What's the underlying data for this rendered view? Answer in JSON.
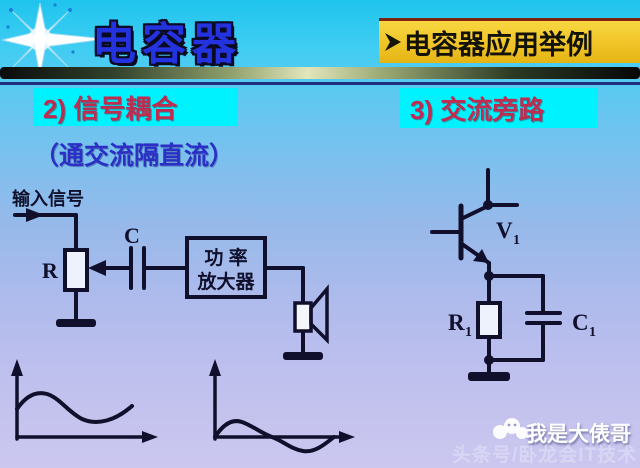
{
  "header": {
    "title": "电容器",
    "badge": {
      "label": "电容器应用举例"
    }
  },
  "sections": {
    "coupling": {
      "heading": "2) 信号耦合",
      "note": "（通交流隔直流）",
      "labels": {
        "input": "输入信号",
        "resistor": "R",
        "capacitor": "C",
        "amp_line1": "功 率",
        "amp_line2": "放大器"
      }
    },
    "bypass": {
      "heading": "3) 交流旁路",
      "labels": {
        "transistor": "V",
        "transistor_sub": "1",
        "resistor": "R",
        "resistor_sub": "1",
        "capacitor": "C",
        "capacitor_sub": "1"
      }
    }
  },
  "watermark": {
    "line1": "我是大俵哥",
    "line2": "头条号/卧龙会IT技术"
  },
  "colors": {
    "background_top": "#1fc4ee",
    "background_bottom": "#cbc7ef",
    "badge_background": "#f0c428",
    "badge_border": "#7c2410",
    "heading_highlight": "#00f2ff",
    "heading_text": "#c02b50",
    "note_text": "#2b2fc5",
    "title_text": "#2433e0",
    "circuit_ink": "#10102c",
    "separator_blue": "#20307c"
  }
}
